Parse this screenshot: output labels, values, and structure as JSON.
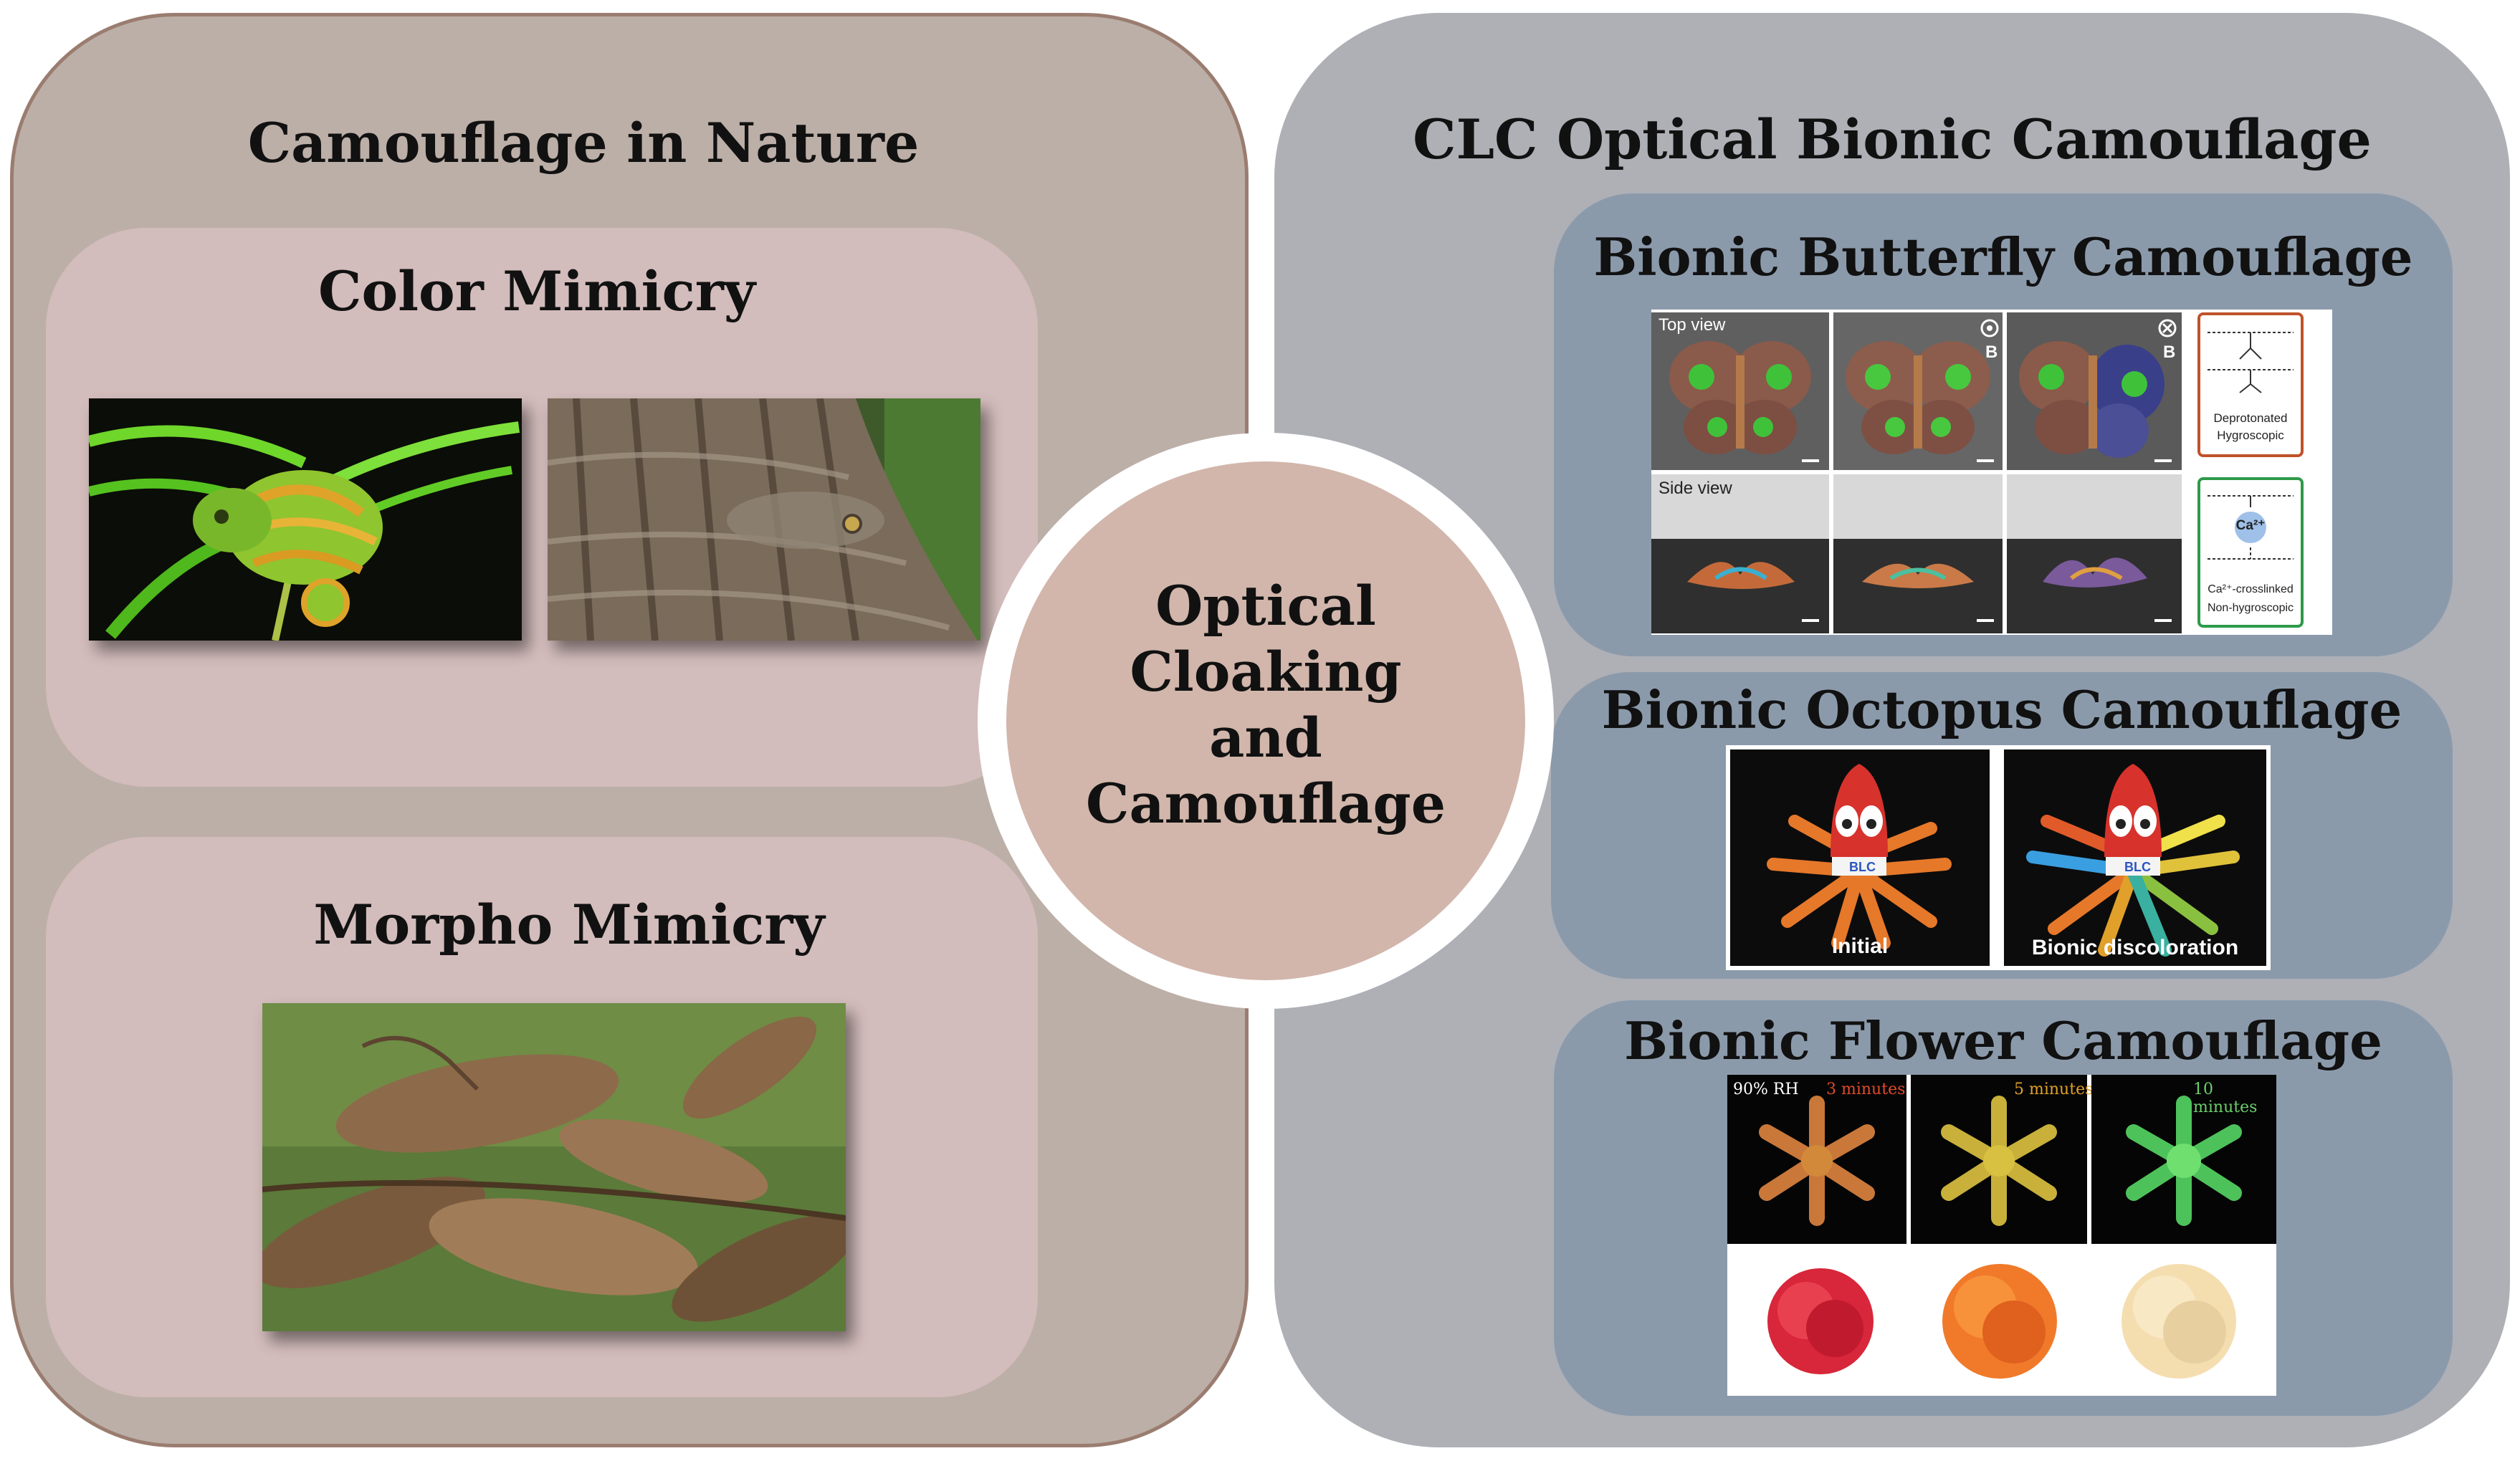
{
  "left": {
    "title": "Camouflage in Nature",
    "color_mimicry": {
      "title": "Color Mimicry"
    },
    "morpho_mimicry": {
      "title": "Morpho Mimicry"
    }
  },
  "center": {
    "lines": [
      "Optical",
      "Cloaking",
      "and",
      "Camouflage"
    ]
  },
  "right": {
    "title": "CLC Optical Bionic Camouflage",
    "butterfly": {
      "title": "Bionic Butterfly Camouflage",
      "top_view": "Top view",
      "side_view": "Side view",
      "marker": "B",
      "deprotonated": "Deprotonated",
      "hygroscopic": "Hygroscopic",
      "ca_ion": "Ca²⁺",
      "crosslinked": "Ca²⁺-crosslinked",
      "non_hygroscopic": "Non-hygroscopic"
    },
    "octopus": {
      "title": "Bionic Octopus Camouflage",
      "initial": "Initial",
      "discoloration": "Bionic discoloration",
      "tag": "BLC"
    },
    "flower": {
      "title": "Bionic Flower Camouflage",
      "rh": "90% RH",
      "t1": "3 minutes",
      "t2": "5 minutes",
      "t3": "10 minutes"
    }
  },
  "colors": {
    "left_panel": "#bcafa7",
    "right_panel": "#aeb0b6",
    "pink_box": "#d3bcbc",
    "blue_box": "#8b9aab",
    "center_disc": "#d2b6ab"
  }
}
